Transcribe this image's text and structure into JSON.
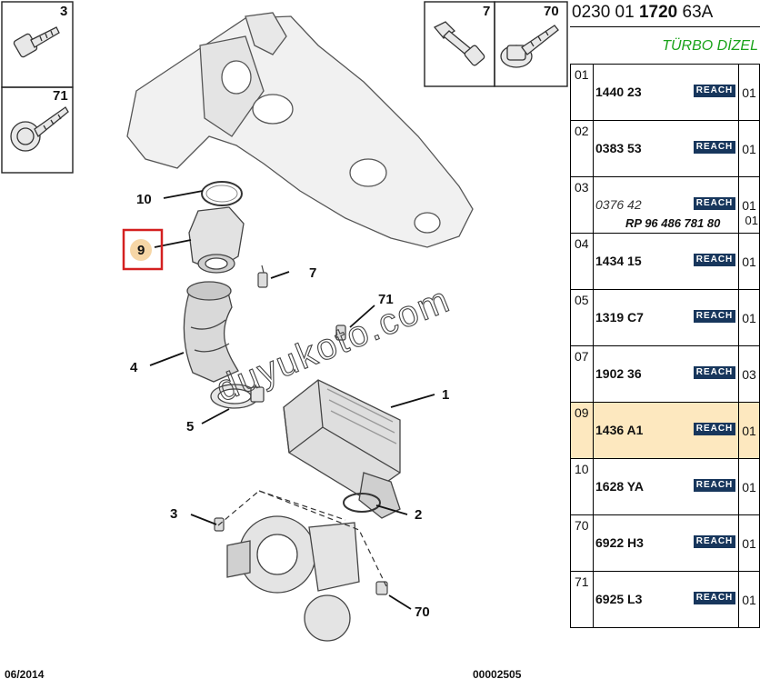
{
  "header": {
    "code_prefix": "0230 01",
    "code_main": "1720",
    "code_suffix": "63A",
    "subtitle": "TÜRBO DİZEL"
  },
  "reach_label": "REACH",
  "parts": [
    {
      "index": "01",
      "ref": "1440 23",
      "qty": "01"
    },
    {
      "index": "02",
      "ref": "0383 53",
      "qty": "01"
    },
    {
      "index": "03",
      "ref": "0376 42",
      "qty": "01",
      "alt_ref": "RP 96 486 781 80",
      "alt_qty": "01"
    },
    {
      "index": "04",
      "ref": "1434 15",
      "qty": "01"
    },
    {
      "index": "05",
      "ref": "1319 C7",
      "qty": "01"
    },
    {
      "index": "07",
      "ref": "1902 36",
      "qty": "03"
    },
    {
      "index": "09",
      "ref": "1436 A1",
      "qty": "01"
    },
    {
      "index": "10",
      "ref": "1628 YA",
      "qty": "01"
    },
    {
      "index": "70",
      "ref": "6922 H3",
      "qty": "01"
    },
    {
      "index": "71",
      "ref": "6925 L3",
      "qty": "01"
    }
  ],
  "callouts": {
    "c1": "1",
    "c2": "2",
    "c3": "3",
    "c4": "4",
    "c5": "5",
    "c7": "7",
    "c9": "9",
    "c10": "10",
    "c70": "70",
    "c71": "71"
  },
  "insets": {
    "i3": "3",
    "i71": "71",
    "i7": "7",
    "i70": "70"
  },
  "watermark": "duyukoto.com",
  "footer": {
    "date": "06/2014",
    "number": "00002505"
  }
}
